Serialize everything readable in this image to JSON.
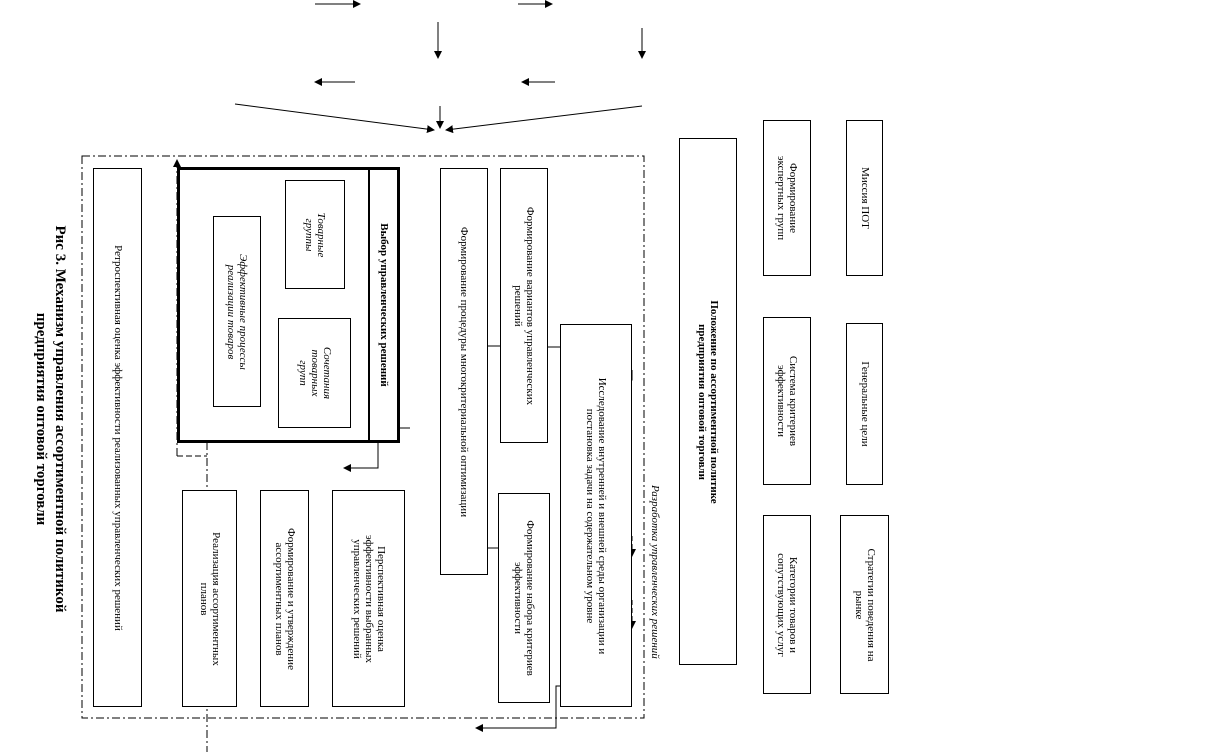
{
  "caption": "Рис 3. Механизм управления  ассортиментной политикой\nпредприятия оптовой торговли",
  "frame_label": "Разработка управленческих решений",
  "boxes": {
    "mission": "Миссия ПОТ",
    "general_goals": "Генеральные цели",
    "market_strategy": "Стратегии поведения на\nрынке",
    "expert_groups": "Формирование\nэкспертных групп",
    "criteria_system": "Система критериев\nэффективности",
    "goods_categories": "Категории товаров и\nсопутствующих  услуг",
    "policy_statement": "Положение по ассортиментной политике\nпредприятия оптовой торговли",
    "research": "Исследование внутренней и внешней среды организации и\nпостановка задачи на содержательном уровне",
    "decision_variants": "Формирование вариантов управленческих\nрешений",
    "criteria_set": "Формирование набора критериев\nэффективности",
    "multicriteria": "Формирование процедуры многокритериальной оптимизации",
    "choice": "Выбор управленческих решений",
    "goods_groups": "Товарные\nгруппы",
    "groups_combination": "Сочетания\nтоварных\nгрупп",
    "efficient_processes": "Эффективные процессы\nреализации товаров",
    "prospective_evaluation": "Перспективная оценка\nэффективности выбранных\nуправленческих решений",
    "plans_forming": "Формирование и утверждение\nассортиментных планов",
    "plans_realization": "Реализация ассортиментных\nпланов",
    "retrospective": "Ретроспективная  оценка эффективности реализованных управленческих решений"
  }
}
